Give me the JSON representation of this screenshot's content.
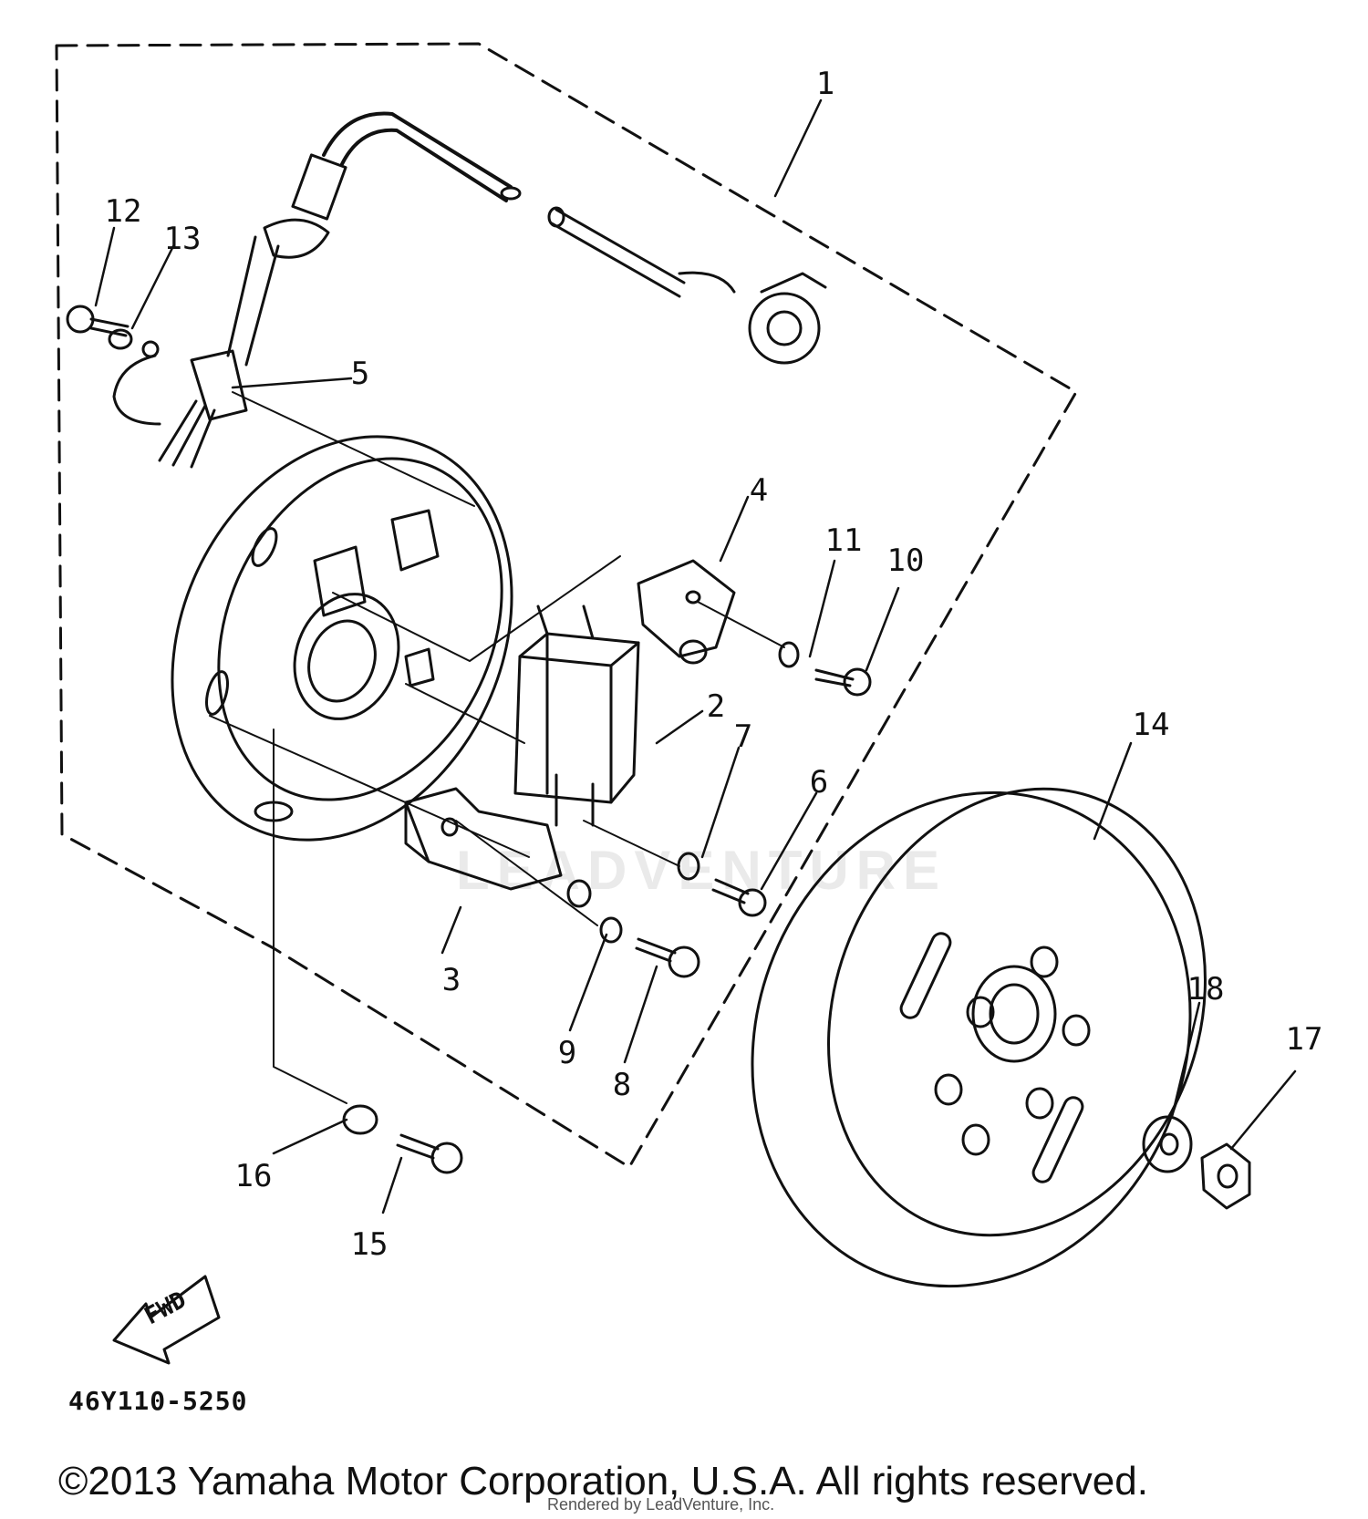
{
  "diagram": {
    "watermark_text": "LEADVENTURE",
    "fwd_label": "FWD",
    "diagram_code": "46Y110-5250",
    "copyright": "©2013 Yamaha Motor Corporation, U.S.A. All rights reserved.",
    "rendered_by": "Rendered by LeadVenture, Inc.",
    "callouts": [
      {
        "id": "1",
        "label": "1"
      },
      {
        "id": "2",
        "label": "2"
      },
      {
        "id": "3",
        "label": "3"
      },
      {
        "id": "4",
        "label": "4"
      },
      {
        "id": "5",
        "label": "5"
      },
      {
        "id": "6",
        "label": "6"
      },
      {
        "id": "7",
        "label": "7"
      },
      {
        "id": "8",
        "label": "8"
      },
      {
        "id": "9",
        "label": "9"
      },
      {
        "id": "10",
        "label": "10"
      },
      {
        "id": "11",
        "label": "11"
      },
      {
        "id": "12",
        "label": "12"
      },
      {
        "id": "13",
        "label": "13"
      },
      {
        "id": "14",
        "label": "14"
      },
      {
        "id": "15",
        "label": "15"
      },
      {
        "id": "16",
        "label": "16"
      },
      {
        "id": "17",
        "label": "17"
      },
      {
        "id": "18",
        "label": "18"
      }
    ]
  }
}
